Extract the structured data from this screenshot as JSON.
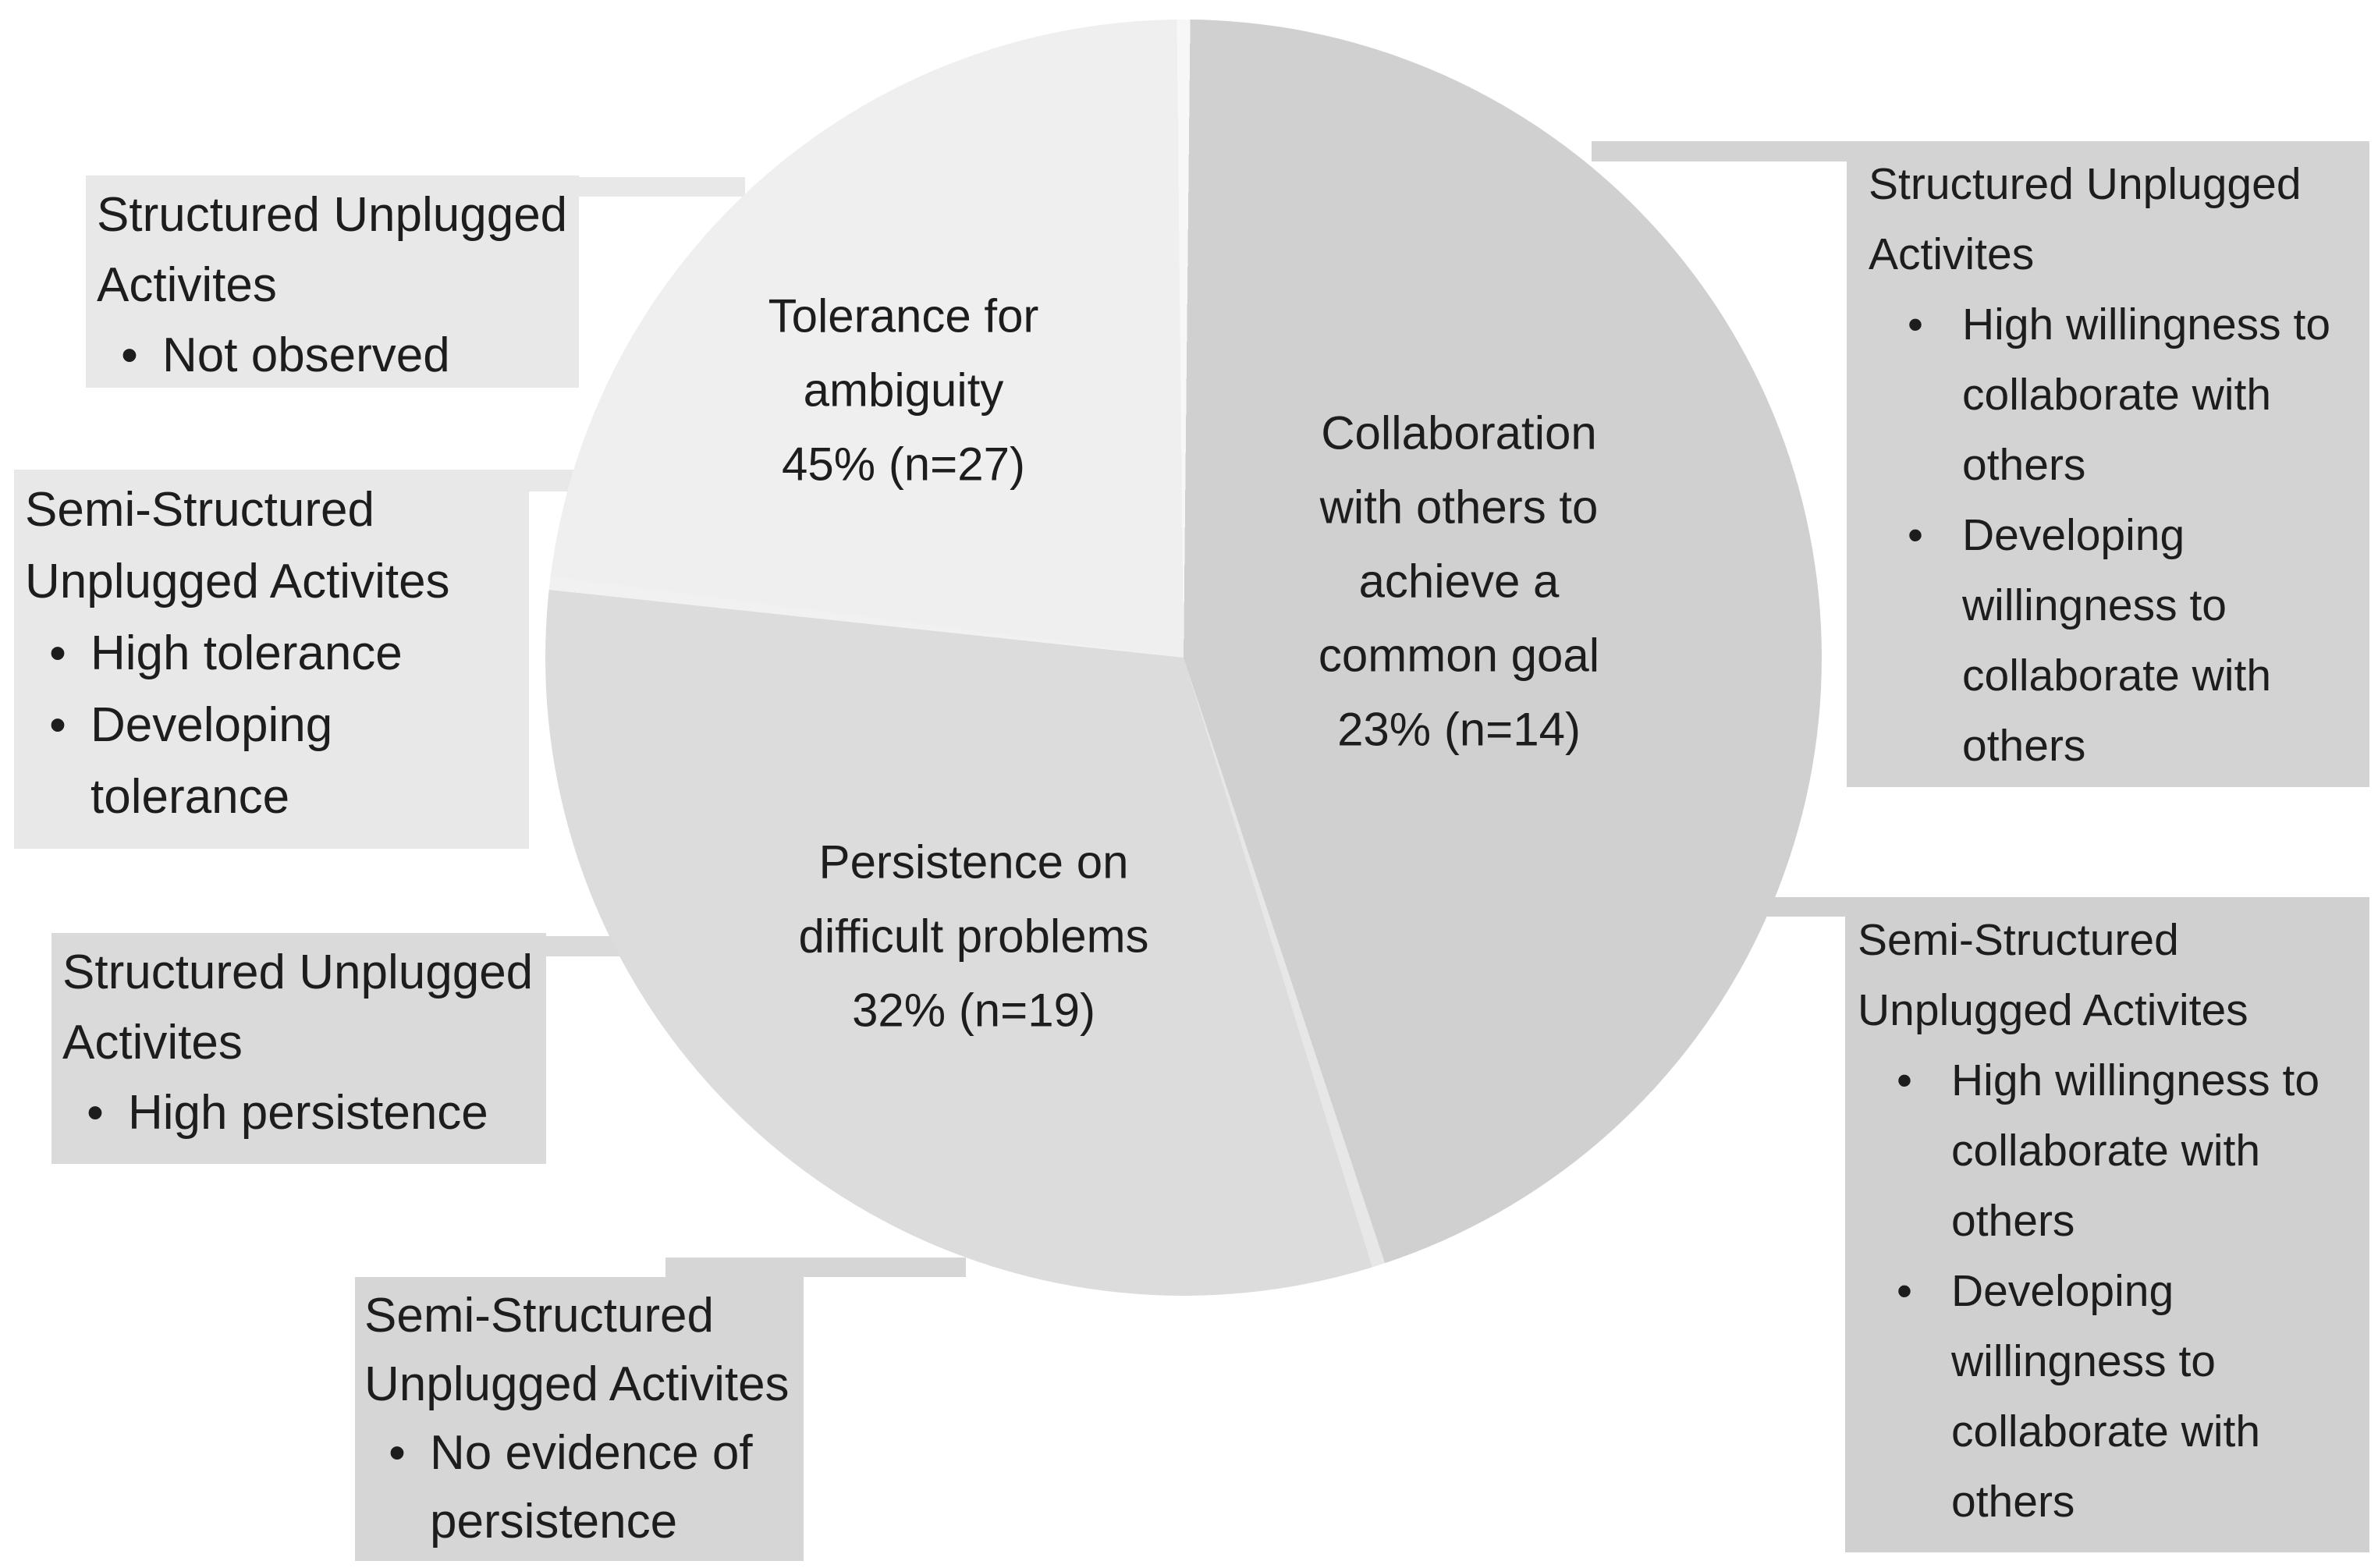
{
  "figure": {
    "background": "#ffffff",
    "text_color": "#1d1d1d"
  },
  "chart_data": {
    "type": "pie",
    "title": "",
    "legend_position": "none",
    "labels": [
      "Tolerance for ambiguity",
      "Persistence on difficult problems",
      "Collaboration with others to achieve a common goal"
    ],
    "values": [
      45,
      32,
      23
    ],
    "counts": [
      27,
      19,
      14
    ],
    "slice_display_text": [
      "Tolerance for ambiguity 45% (n=27)",
      "Persistence on difficult problems 32% (n=19)",
      "Collaboration with others to achieve a common goal 23% (n=14)"
    ],
    "slice_colors": [
      "#efefef",
      "#dcdcdc",
      "#d0d0d0"
    ],
    "visual_note": "slice boundaries drawn at 0deg, 162deg and 277deg clockwise from top; dark slice (right) holds collaboration label, medium slice (bottom-left) persistence, light slice (top-left) tolerance"
  },
  "pie_labels": {
    "tolerance": {
      "lines": [
        "Tolerance for",
        "ambiguity",
        "45% (n=27)"
      ]
    },
    "collaboration": {
      "lines": [
        "Collaboration",
        "with others to",
        "achieve a",
        "common goal",
        "23% (n=14)"
      ]
    },
    "persistence": {
      "lines": [
        "Persistence on",
        "difficult problems",
        "32% (n=19)"
      ]
    }
  },
  "callouts": {
    "top_left": {
      "bg": "#e8e8e8",
      "title": [
        "Structured Unplugged",
        "Activites"
      ],
      "bullets": [
        [
          "Not observed"
        ]
      ]
    },
    "mid_left": {
      "bg": "#e8e8e8",
      "title": [
        "Semi-Structured",
        "Unplugged Activites"
      ],
      "bullets": [
        [
          "High tolerance"
        ],
        [
          "Developing",
          "tolerance"
        ]
      ]
    },
    "low_left": {
      "bg": "#dadada",
      "title": [
        "Structured Unplugged",
        "Activites"
      ],
      "bullets": [
        [
          "High  persistence"
        ]
      ]
    },
    "bottom": {
      "bg": "#d6d6d6",
      "title": [
        "Semi-Structured",
        "Unplugged Activites"
      ],
      "bullets": [
        [
          "No evidence of",
          "persistence"
        ]
      ]
    },
    "top_right": {
      "bg": "#d3d3d3",
      "title": [
        "Structured Unplugged",
        "Activites"
      ],
      "bullets": [
        [
          "High willingness to",
          "collaborate with",
          "others"
        ],
        [
          "Developing",
          "willingness to",
          "collaborate with",
          "others"
        ]
      ]
    },
    "bottom_right": {
      "bg": "#d0d0d0",
      "title": [
        "Semi-Structured",
        "Unplugged Activites"
      ],
      "bullets": [
        [
          "High willingness to",
          "collaborate with",
          "others"
        ],
        [
          "Developing",
          "willingness to",
          "collaborate with",
          "others"
        ]
      ]
    }
  }
}
